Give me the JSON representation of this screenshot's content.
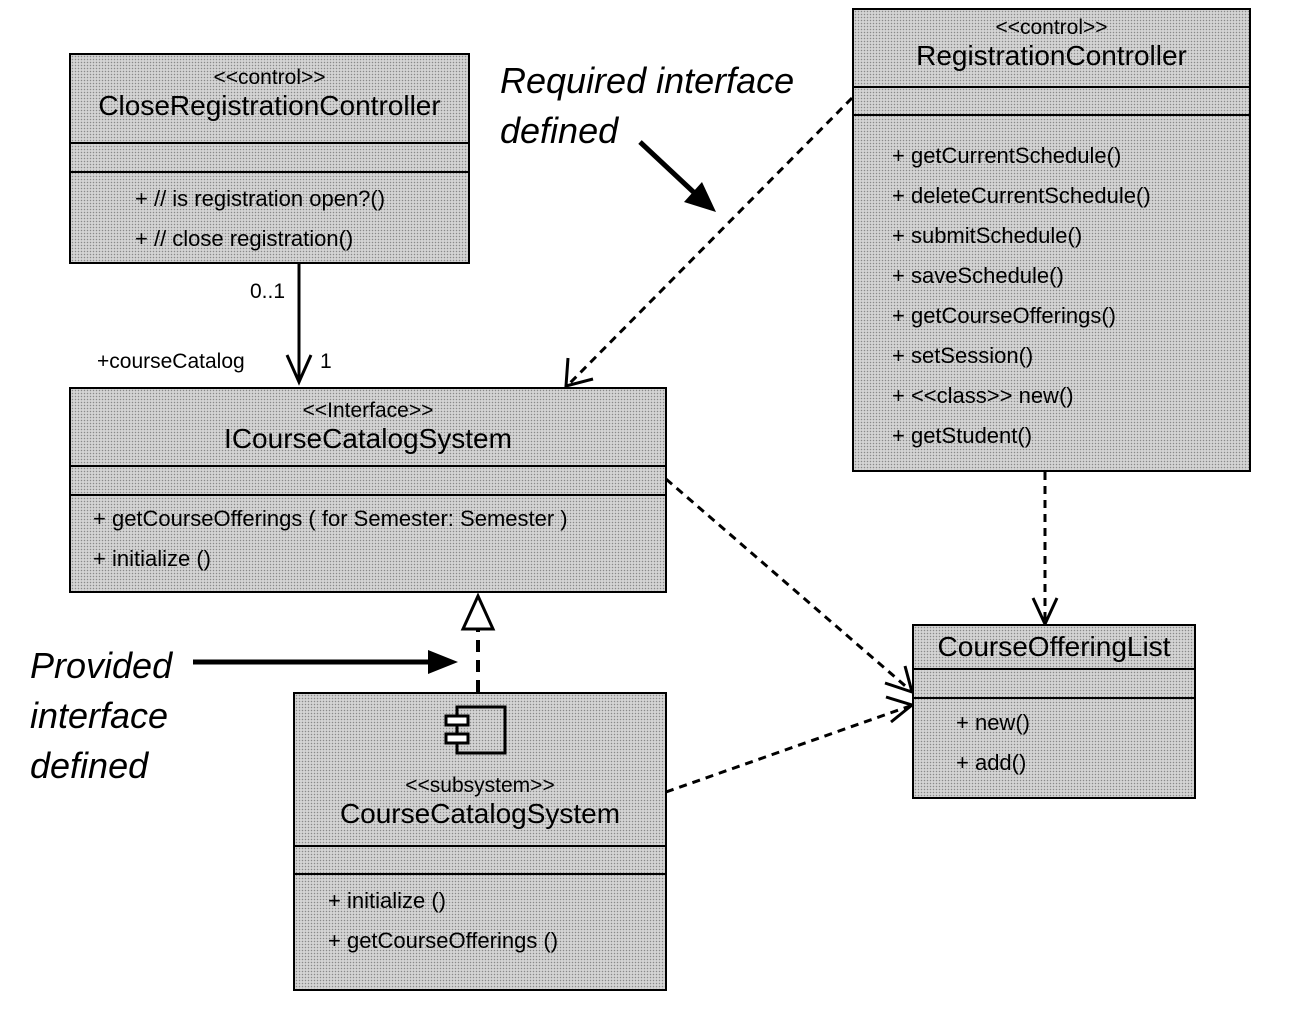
{
  "classes": {
    "close_reg": {
      "stereotype": "<<control>>",
      "name": "CloseRegistrationController",
      "operations": [
        "+ // is registration open?()",
        "+ // close registration()"
      ]
    },
    "reg_ctrl": {
      "stereotype": "<<control>>",
      "name": "RegistrationController",
      "operations": [
        "+ getCurrentSchedule()",
        "+ deleteCurrentSchedule()",
        "+ submitSchedule()",
        "+ saveSchedule()",
        "+ getCourseOfferings()",
        "+ setSession()",
        "+ <<class>> new()",
        "+ getStudent()"
      ]
    },
    "icatalog": {
      "stereotype": "<<Interface>>",
      "name": "ICourseCatalogSystem",
      "operations": [
        "+ getCourseOfferings ( for Semester: Semester )",
        "+ initialize ()"
      ]
    },
    "catalog_sys": {
      "stereotype": "<<subsystem>>",
      "name": "CourseCatalogSystem",
      "operations": [
        "+ initialize ()",
        "+ getCourseOfferings ()"
      ]
    },
    "offering_list": {
      "name": "CourseOfferingList",
      "operations": [
        "+ new()",
        "+ add()"
      ]
    }
  },
  "association": {
    "multiplicity_source": "0..1",
    "multiplicity_target": "1",
    "role": "+courseCatalog"
  },
  "notes": {
    "required": [
      "Required interface",
      "defined"
    ],
    "provided": [
      "Provided",
      "interface",
      "defined"
    ]
  }
}
